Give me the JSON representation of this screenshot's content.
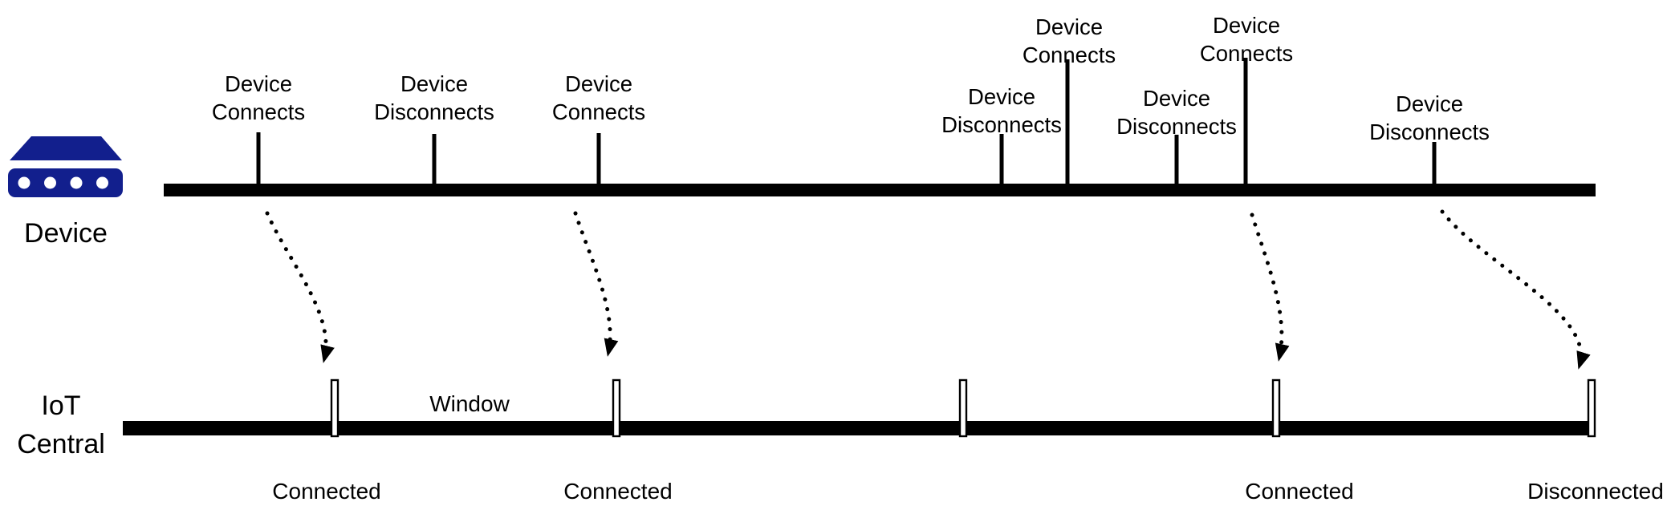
{
  "diagram": {
    "device_lane": {
      "label": "Device",
      "icon": "router-device-icon",
      "events": [
        {
          "label": "Device\nConnects"
        },
        {
          "label": "Device\nDisconnects"
        },
        {
          "label": "Device\nConnects"
        },
        {
          "label": "Device\nDisconnects"
        },
        {
          "label": "Device\nConnects"
        },
        {
          "label": "Device\nDisconnects"
        },
        {
          "label": "Device\nConnects"
        },
        {
          "label": "Device\nDisconnects"
        }
      ]
    },
    "iot_central_lane": {
      "label": "IoT\nCentral",
      "window_label": "Window",
      "statuses": [
        {
          "label": "Connected"
        },
        {
          "label": "Connected"
        },
        {
          "label": "Connected"
        },
        {
          "label": "Disconnected"
        }
      ]
    },
    "colors": {
      "device_icon_blue": "#121f8d",
      "line_black": "#000000",
      "marker_white": "#ffffff"
    }
  }
}
